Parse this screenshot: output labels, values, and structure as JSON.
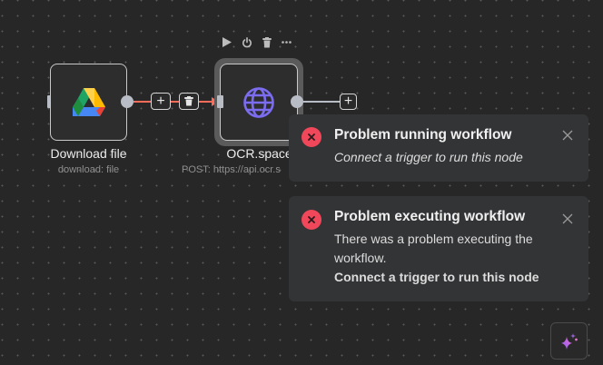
{
  "canvas": {
    "background_color": "#272727",
    "dot_color": "#5a5a5a"
  },
  "nodes": [
    {
      "title": "Download file",
      "subtitle": "download: file",
      "icon": "google-drive-icon"
    },
    {
      "title": "OCR.space",
      "subtitle": "POST: https://api.ocr.s",
      "icon": "globe-icon",
      "selected": true,
      "icon_color": "#7b6cf0"
    }
  ],
  "node_toolbar": {
    "icons": [
      "play-icon",
      "power-icon",
      "trash-icon",
      "more-icon"
    ]
  },
  "edge": {
    "color": "#ff6d5a",
    "add_label": "+",
    "delete_icon": "trash-icon"
  },
  "output_edge": {
    "add_label": "+"
  },
  "toasts": [
    {
      "title": "Problem running workflow",
      "message": "Connect a trigger to run this node",
      "message_style": "italic"
    },
    {
      "title": "Problem executing workflow",
      "message": "There was a problem executing the workflow.",
      "detail": "Connect a trigger to run this node"
    }
  ],
  "colors": {
    "error": "#f0485a",
    "toast_bg": "#333436",
    "accent": "#7b6cf0"
  },
  "ai_button": {
    "icon": "sparkle-icon"
  }
}
